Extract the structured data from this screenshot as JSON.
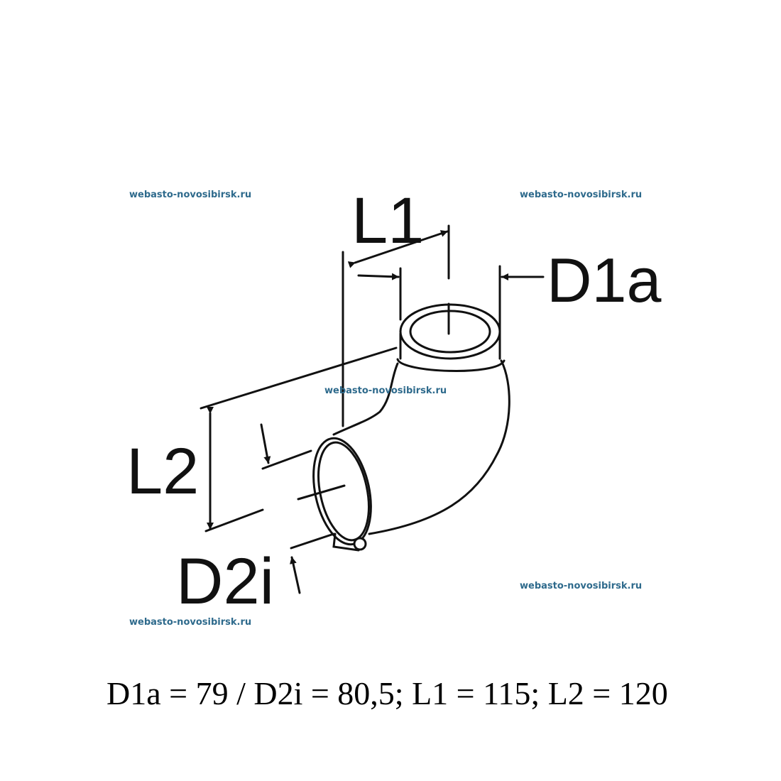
{
  "labels": {
    "l1": "L1",
    "d1a": "D1a",
    "l2": "L2",
    "d2i": "D2i"
  },
  "watermark": "webasto-novosibirsk.ru",
  "caption": "D1a = 79 / D2i = 80,5; L1 = 115; L2 = 120",
  "colors": {
    "watermark": "#2e6a8c",
    "line": "#111111"
  }
}
